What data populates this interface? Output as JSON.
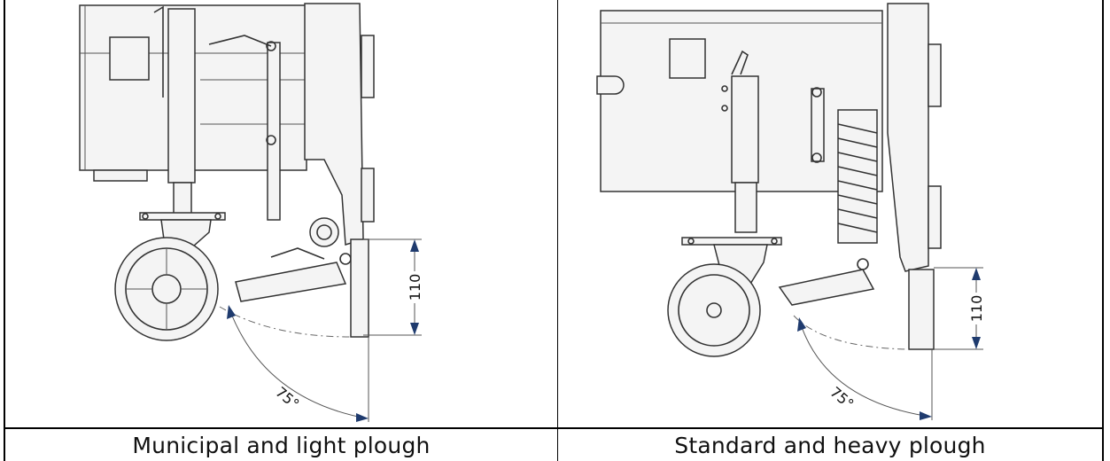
{
  "panels": [
    {
      "caption": "Municipal and light plough",
      "height_dim": "110",
      "angle_dim": "75°"
    },
    {
      "caption": "Standard and heavy plough",
      "height_dim": "110",
      "angle_dim": "75°"
    }
  ],
  "colors": {
    "line": "#333333",
    "arrow": "#1f3b6e",
    "border": "#000000"
  }
}
